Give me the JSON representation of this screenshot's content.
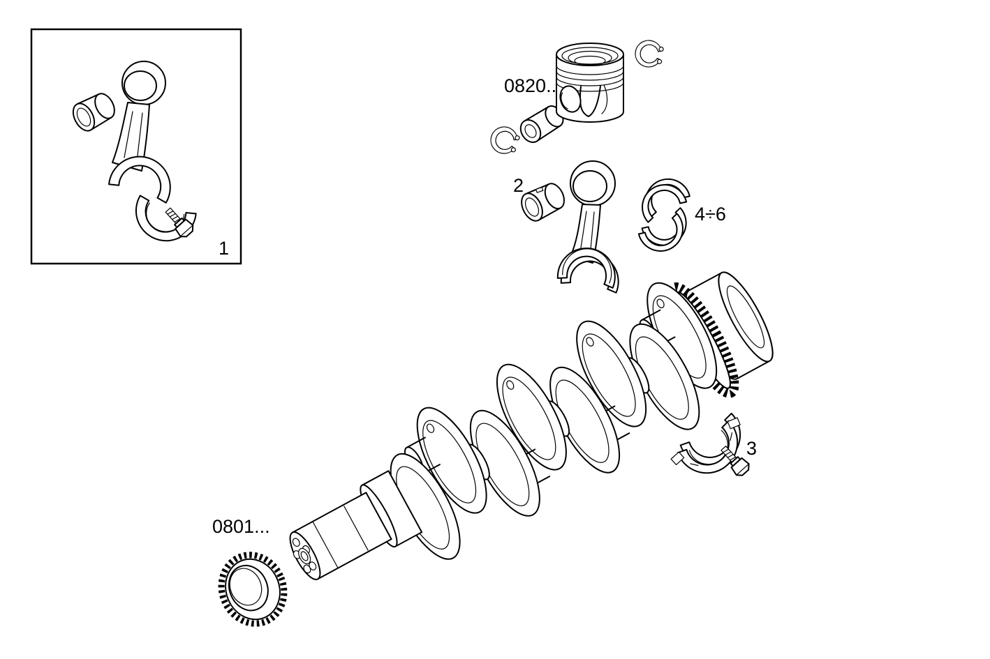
{
  "diagram": {
    "kind": "exploded-parts-technical-drawing",
    "subject": "crankshaft, pistons and connecting rods group",
    "background_color": "#ffffff",
    "line_color": "#000000"
  },
  "labels": {
    "inset_item": "1",
    "small_end_bushing": "2",
    "bearing_cap": "3",
    "bearing_shells_range": "4÷6",
    "piston_group_ref": "0820...",
    "crankshaft_group_ref": "0801..."
  },
  "parts": [
    {
      "name": "connecting-rod-complete-inset",
      "label": "1"
    },
    {
      "name": "small-end-bushing",
      "label": "2"
    },
    {
      "name": "piston-with-rings",
      "label": "0820..."
    },
    {
      "name": "piston-pin",
      "label": "0820..."
    },
    {
      "name": "circlips",
      "label": "0820..."
    },
    {
      "name": "big-end-bearing-shells",
      "label": "4÷6"
    },
    {
      "name": "bearing-cap-with-bolt",
      "label": "3"
    },
    {
      "name": "crankshaft",
      "label": "0801..."
    },
    {
      "name": "timing-gear",
      "label": "0801..."
    }
  ]
}
